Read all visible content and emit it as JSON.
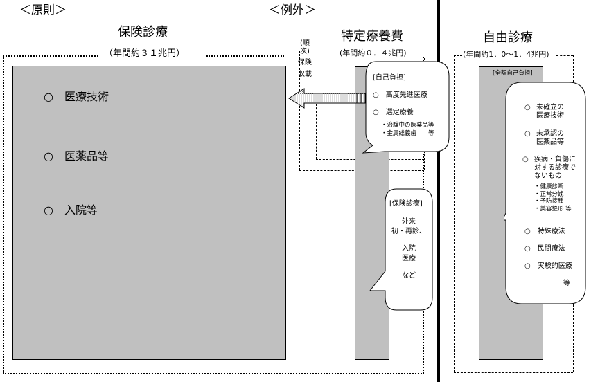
{
  "principle_heading": "＜原則＞",
  "exception_heading": "＜例外＞",
  "insurance": {
    "title": "保険診療",
    "amount": "（年間約３１兆円）",
    "items": [
      "○　医療技術",
      "○　医薬品等",
      "○　入院等"
    ]
  },
  "tokutei": {
    "title": "特定療養費",
    "amount": "(年間約０．４兆円)",
    "order_note": [
      "(順次)",
      "保険",
      "収載"
    ],
    "self_pay_label": "[自己負担]",
    "self_pay_items": [
      "○　高度先進医療",
      "○　選定療養"
    ],
    "self_pay_sub": [
      "・治験中の医薬品等",
      "・金属総義歯　　等"
    ],
    "insurance_label": "[保険診療]",
    "insurance_items": [
      "外来",
      "初・再診、",
      "入院",
      "医療",
      "など"
    ]
  },
  "jiyu": {
    "title": "自由診療",
    "amount": "(年間約1．0～1．4兆円)",
    "full_self_pay_label": "[全額自己負担]",
    "items": [
      {
        "bullet": "○",
        "lines": [
          "未確立の",
          "医療技術"
        ]
      },
      {
        "bullet": "○",
        "lines": [
          "未承認の",
          "医薬品等"
        ]
      },
      {
        "bullet": "○",
        "lines": [
          "疾病・負傷に",
          "対する診療で",
          "ないもの"
        ]
      }
    ],
    "sub_items": [
      "・健康診断",
      "・正常分娩",
      "・予防接種",
      "・美容整形 等"
    ],
    "more_items": [
      "○　特殊療法",
      "○　民間療法",
      "○　実験的医療"
    ],
    "etc": "等"
  }
}
